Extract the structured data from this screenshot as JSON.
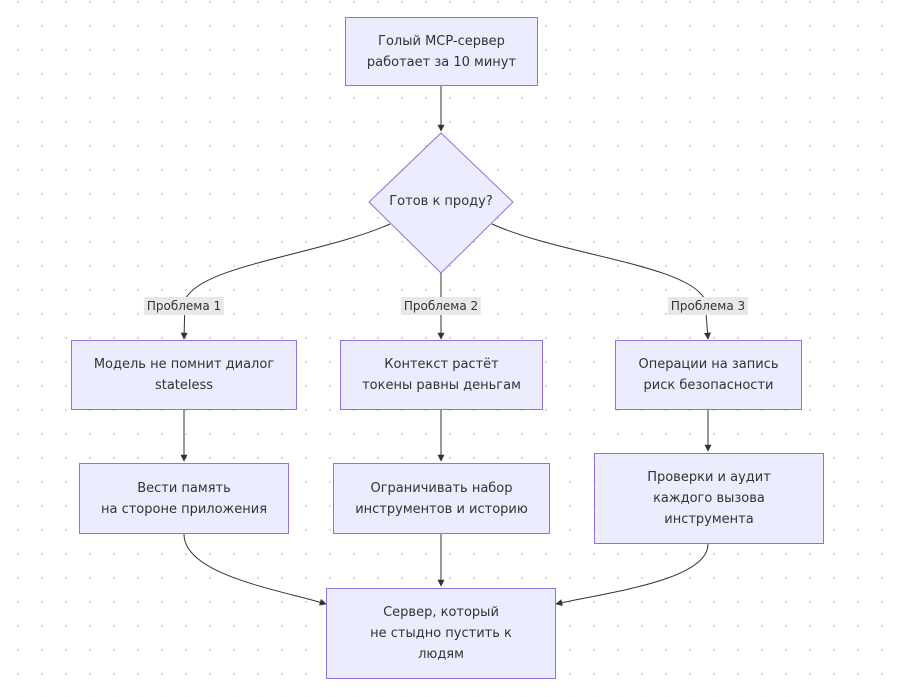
{
  "nodes": {
    "start": {
      "lines": [
        "Голый MCP-сервер",
        "работает за 10 минут"
      ]
    },
    "decision": {
      "label": "Готов к проду?"
    },
    "problem1": {
      "lines": [
        "Модель не помнит диалог",
        "stateless"
      ]
    },
    "problem2": {
      "lines": [
        "Контекст растёт",
        "токены равны деньгам"
      ]
    },
    "problem3": {
      "lines": [
        "Операции на запись",
        "риск безопасности"
      ]
    },
    "fix1": {
      "lines": [
        "Вести память",
        "на стороне приложения"
      ]
    },
    "fix2": {
      "lines": [
        "Ограничивать набор",
        "инструментов и историю"
      ]
    },
    "fix3": {
      "lines": [
        "Проверки и аудит",
        "каждого вызова",
        "инструмента"
      ]
    },
    "result": {
      "lines": [
        "Сервер, который",
        "не стыдно пустить к",
        "людям"
      ]
    }
  },
  "edge_labels": {
    "problem1": "Проблема 1",
    "problem2": "Проблема 2",
    "problem3": "Проблема 3"
  },
  "colors": {
    "node_fill": "#ececff",
    "node_border": "#9370db",
    "edge": "#333333",
    "edge_label_bg": "#e8e8e8",
    "text": "#333333"
  }
}
